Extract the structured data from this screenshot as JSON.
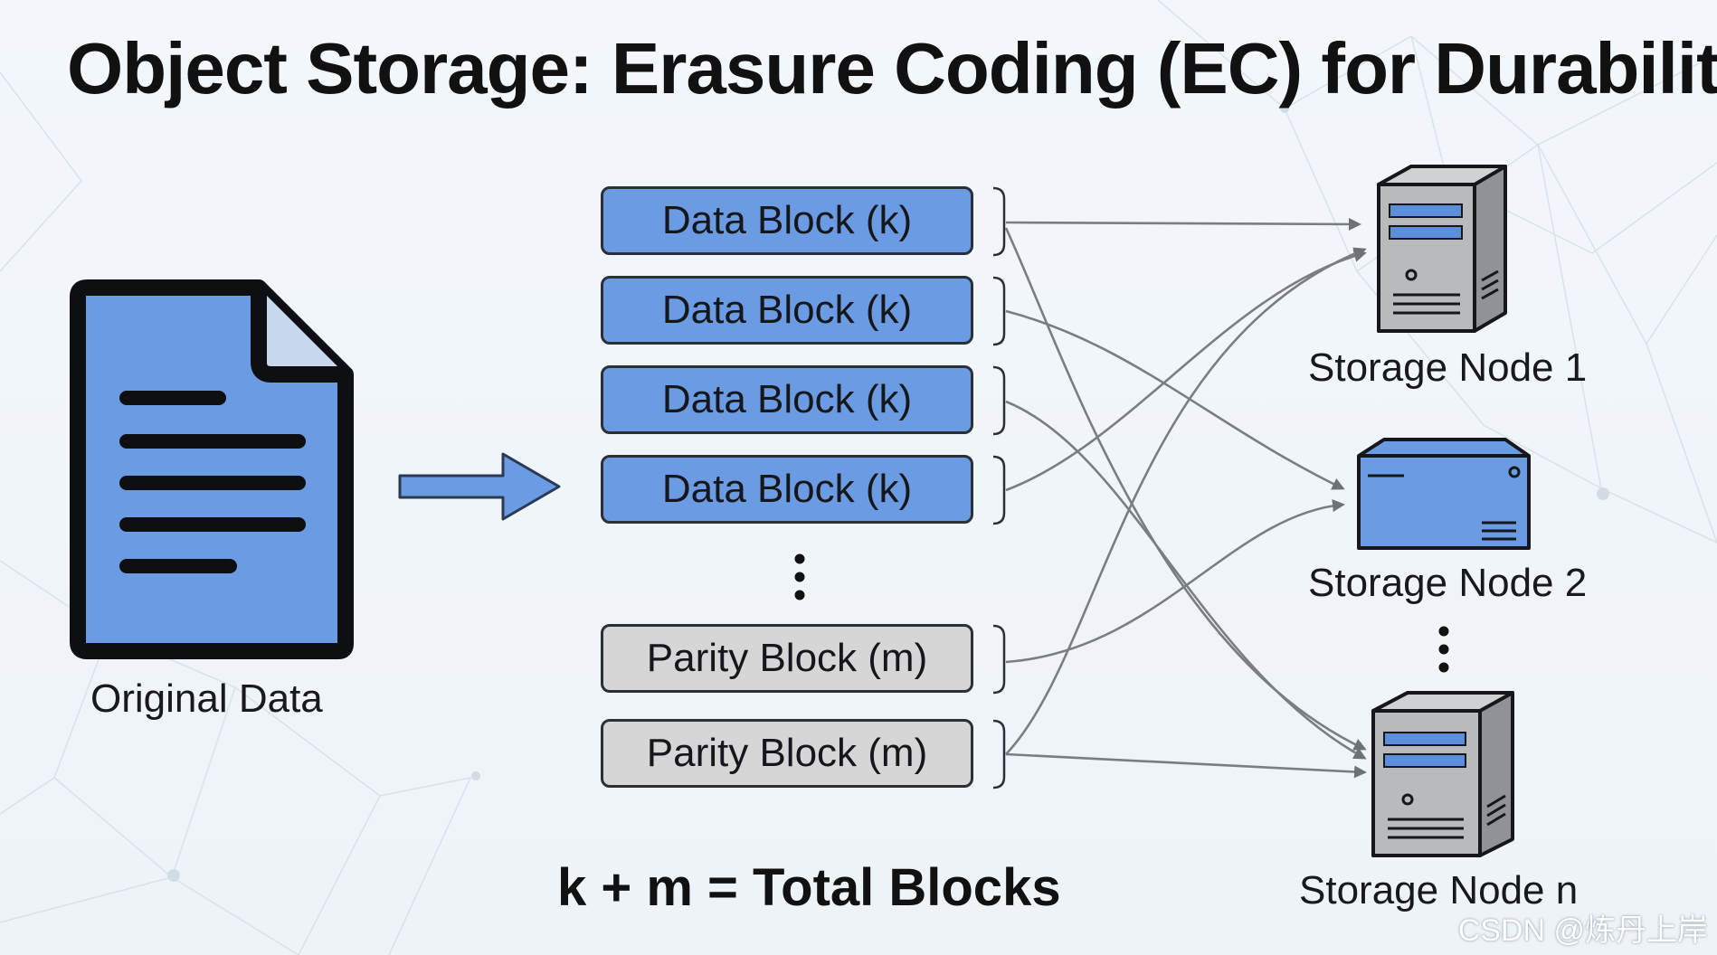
{
  "title": "Object Storage: Erasure Coding (EC) for Durability",
  "source": {
    "label": "Original Data",
    "icon": "document-icon"
  },
  "blocks": [
    {
      "label": "Data Block (k)",
      "kind": "data"
    },
    {
      "label": "Data Block (k)",
      "kind": "data"
    },
    {
      "label": "Data Block (k)",
      "kind": "data"
    },
    {
      "label": "Data Block (k)",
      "kind": "data"
    },
    {
      "label": "Parity Block (m)",
      "kind": "parity"
    },
    {
      "label": "Parity Block (m)",
      "kind": "parity"
    }
  ],
  "nodes": [
    {
      "label": "Storage Node 1",
      "icon": "server-tower-icon"
    },
    {
      "label": "Storage Node 2",
      "icon": "server-box-icon"
    },
    {
      "label": "Storage Node n",
      "icon": "server-tower-icon"
    }
  ],
  "formula": "k + m = Total Blocks",
  "watermark": "CSDN @炼丹上岸",
  "colors": {
    "data_block": "#6b9be3",
    "parity_block": "#d6d6d6",
    "document": "#6b9be3",
    "arrow": "#7a7d82"
  }
}
